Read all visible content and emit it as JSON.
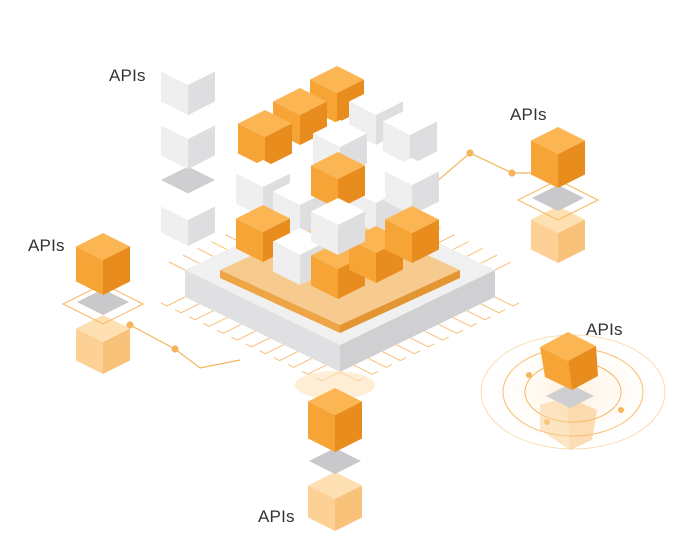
{
  "labels": {
    "top_left": "APIs",
    "top_right": "APIs",
    "left": "APIs",
    "right": "APIs",
    "bottom": "APIs"
  },
  "colors": {
    "orange": "#F7A436",
    "orange_light": "#FBC67E",
    "white_block": "#F2F2F3",
    "grey_plate": "#C9C9CB",
    "line": "#F6B55D",
    "text": "#333333"
  }
}
